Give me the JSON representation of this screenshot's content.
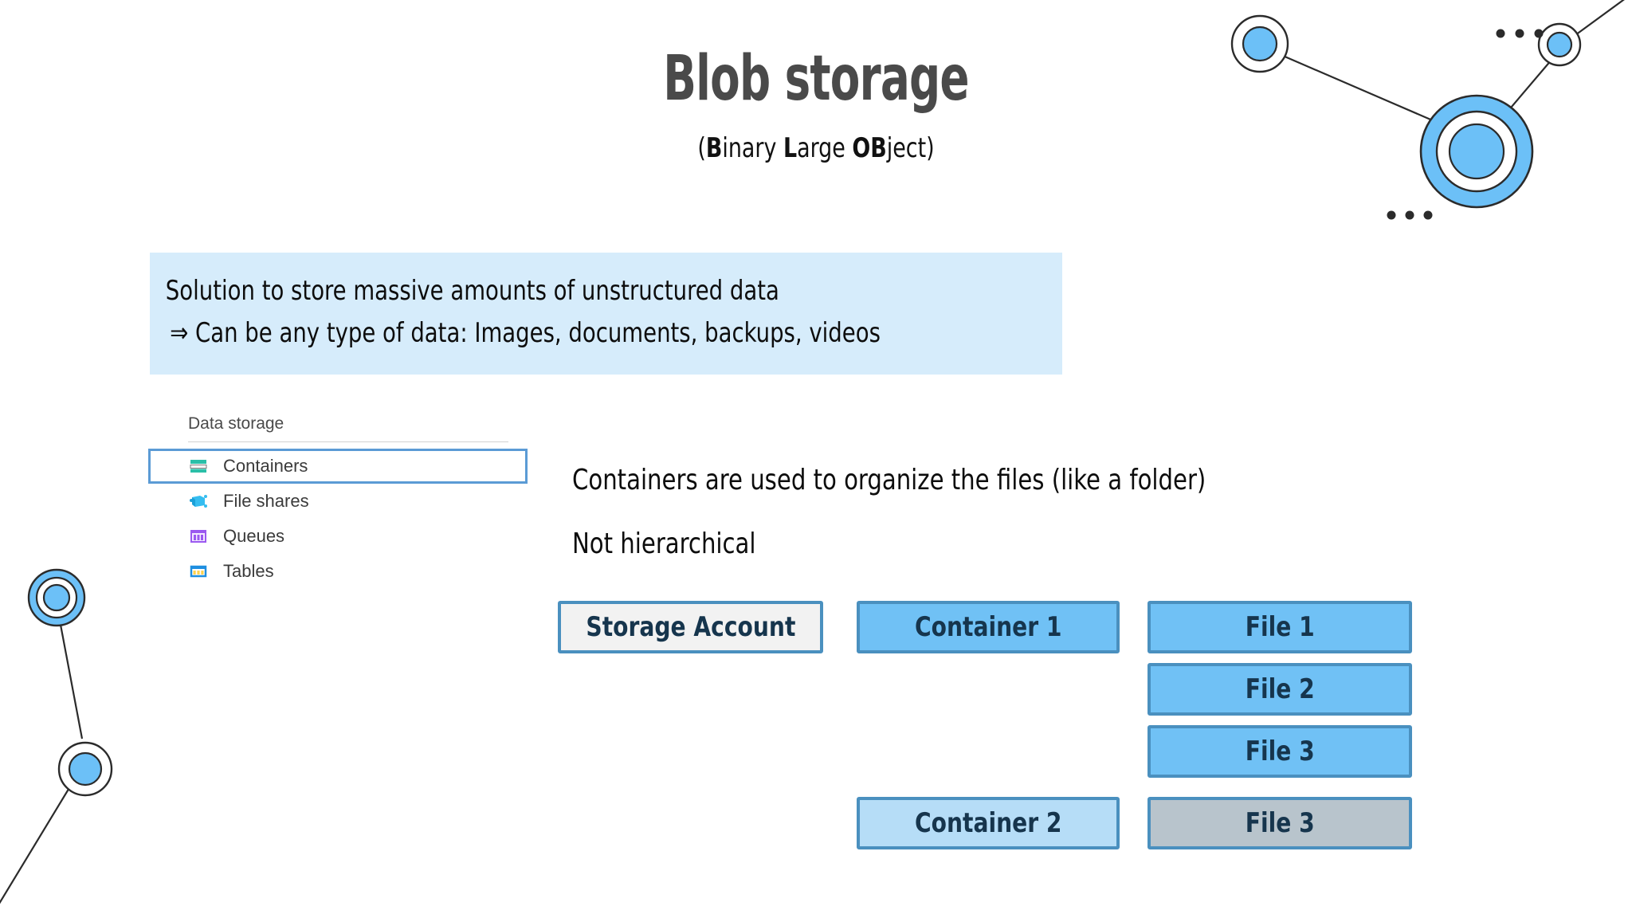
{
  "slide": {
    "title": "Blob storage",
    "subtitle_parts": [
      {
        "text": "(",
        "bold": false
      },
      {
        "text": "B",
        "bold": true
      },
      {
        "text": "inary ",
        "bold": false
      },
      {
        "text": "L",
        "bold": true
      },
      {
        "text": "arge ",
        "bold": false
      },
      {
        "text": "OB",
        "bold": true
      },
      {
        "text": "ject)",
        "bold": false
      }
    ],
    "subtitle_plain": "(Binary Large OBject)"
  },
  "info_box": {
    "background_color": "#d6ecfb",
    "lines": [
      "Solution to store massive amounts of unstructured data",
      "⇒ Can be any type of data: Images, documents, backups, videos"
    ]
  },
  "azure_menu": {
    "header": "Data storage",
    "items": [
      {
        "label": "Containers",
        "icon": "containers-icon",
        "selected": true
      },
      {
        "label": "File shares",
        "icon": "file-shares-icon",
        "selected": false
      },
      {
        "label": "Queues",
        "icon": "queues-icon",
        "selected": false
      },
      {
        "label": "Tables",
        "icon": "tables-icon",
        "selected": false
      }
    ],
    "selection_border_color": "#5b9bd5"
  },
  "notes": [
    "Containers are used to organize the files (like a folder)",
    "Not hierarchical"
  ],
  "diagram": {
    "border_color": "#4a90bf",
    "text_color": "#16354d",
    "boxes": [
      {
        "label": "Storage Account",
        "style": "fill-white",
        "fill": "#f2f2f2"
      },
      {
        "label": "Container 1",
        "style": "fill-blue",
        "fill": "#70c1f5"
      },
      {
        "label": "Container 2",
        "style": "fill-lightblue",
        "fill": "#b6ddf7"
      },
      {
        "label": "File 1",
        "style": "fill-blue",
        "fill": "#70c1f5"
      },
      {
        "label": "File 2",
        "style": "fill-blue",
        "fill": "#70c1f5"
      },
      {
        "label": "File 3",
        "style": "fill-blue",
        "fill": "#70c1f5"
      },
      {
        "label": "File 3",
        "style": "fill-gray",
        "fill": "#b8c4cc"
      }
    ]
  },
  "decoration": {
    "node_blue": "#6cc0f7",
    "line_color": "#2b2b2b",
    "dot_color": "#2b2b2b"
  }
}
